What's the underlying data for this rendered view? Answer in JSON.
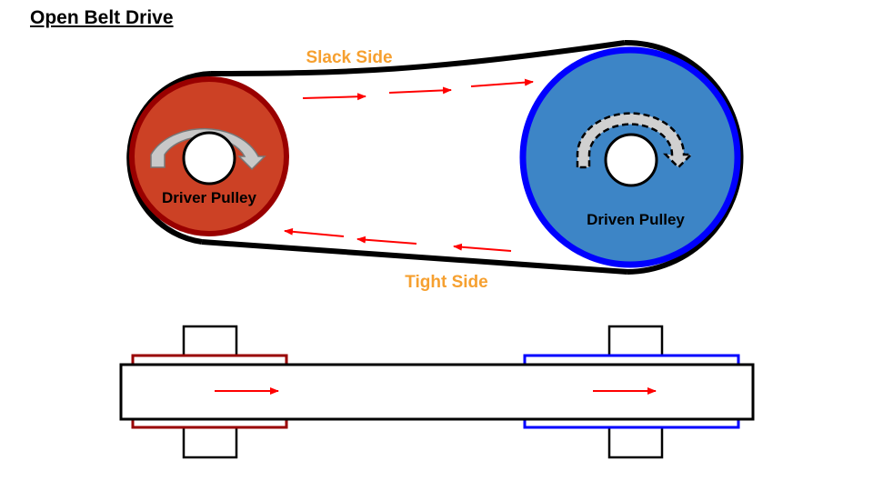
{
  "title": "Open Belt Drive",
  "labels": {
    "slack_side": "Slack Side",
    "tight_side": "Tight Side",
    "driver_pulley": "Driver Pulley",
    "driven_pulley": "Driven Pulley"
  },
  "colors": {
    "driver_fill": "#cc4125",
    "driver_rim": "#990000",
    "driven_fill": "#3d85c6",
    "driven_rim": "#0000ff",
    "belt": "#000000",
    "arrow": "#ff0000",
    "label_accent": "#f6a030",
    "rotation_arrow": "#bfbfbf"
  },
  "icons": {
    "driver_rotation": "curved-clockwise-arrow-icon",
    "driven_rotation": "dashed-curved-clockwise-arrow-icon",
    "belt_direction": "red-arrow-icon"
  }
}
